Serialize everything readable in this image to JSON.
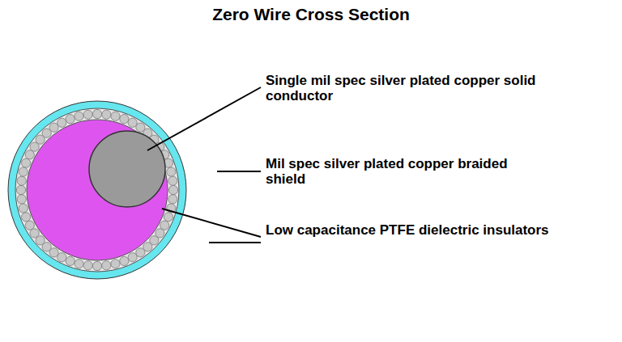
{
  "diagram": {
    "title": "Zero Wire Cross Section",
    "labels": [
      "Single mil spec silver plated copper solid conductor",
      "Mil spec silver plated copper braided shield",
      "Low capacitance PTFE dielectric insulators"
    ]
  }
}
